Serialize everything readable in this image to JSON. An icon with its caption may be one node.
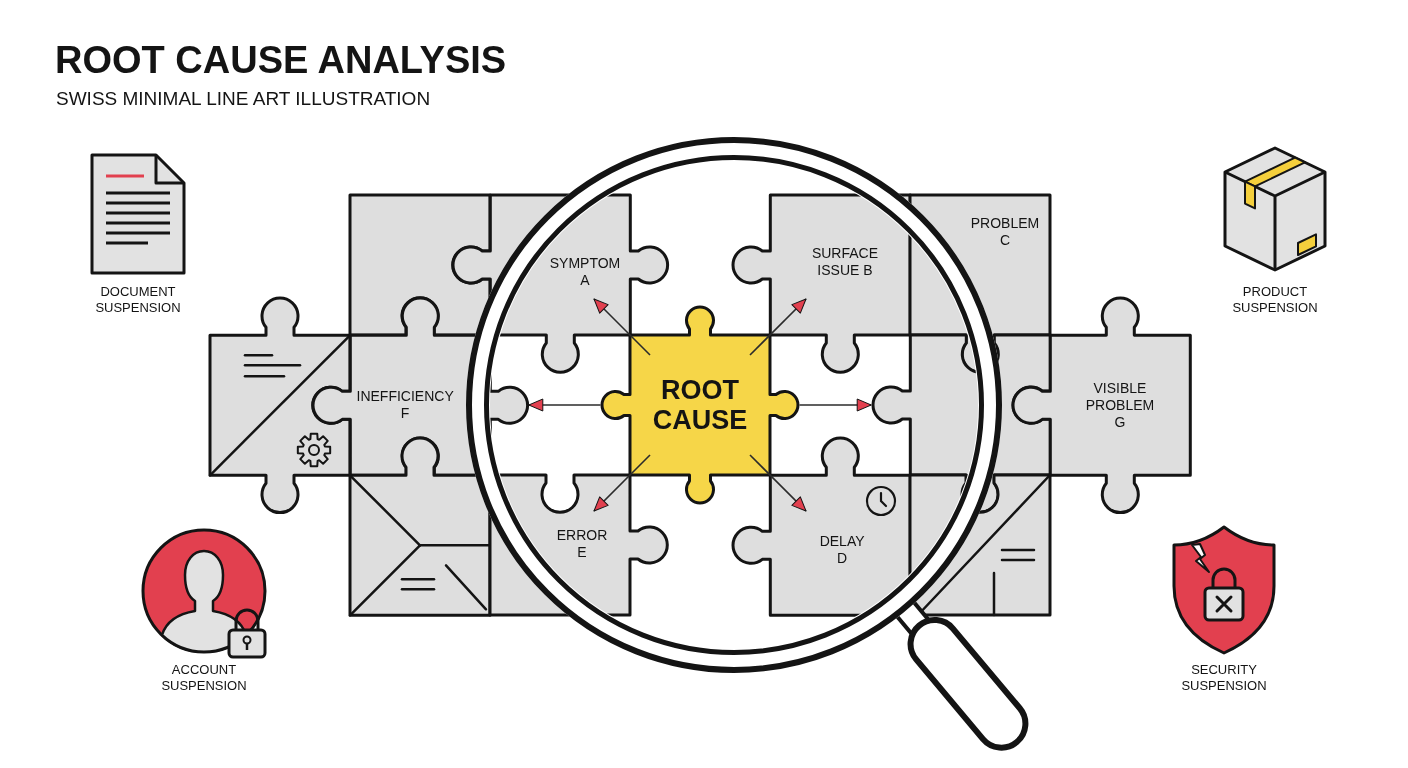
{
  "diagram": {
    "title": "ROOT CAUSE ANALYSIS",
    "nodes": [
      {
        "text": [],
        "shape": "puzzle"
      },
      {
        "text": [
          "SYMPTOM A"
        ]
      },
      {
        "text": [
          "SURFACE ISSUE B"
        ]
      },
      {
        "text": [
          "PROBLEM C"
        ]
      },
      {
        "text": [],
        "shape": "puzzle"
      },
      {
        "text": [
          "INEFFICIENCY F"
        ]
      },
      {
        "text": [
          "ROOT CAUSE"
        ]
      },
      {
        "text": [],
        "shape": "puzzle"
      },
      {
        "text": [
          "VISIBLE PROBLEM G"
        ]
      },
      {
        "text": [],
        "shape": "puzzle"
      },
      {
        "text": [
          "ERROR E"
        ]
      },
      {
        "text": [
          "DELAY D"
        ]
      },
      {
        "text": [],
        "shape": "puzzle"
      }
    ],
    "edges": [
      {
        "from": 6,
        "to": 1,
        "arrow": "to"
      },
      {
        "from": 6,
        "to": 2,
        "arrow": "to"
      },
      {
        "from": 6,
        "to": 5,
        "arrow": "to"
      },
      {
        "from": 6,
        "to": 7,
        "arrow": "to"
      },
      {
        "from": 6,
        "to": 10,
        "arrow": "to"
      },
      {
        "from": 6,
        "to": 11,
        "arrow": "to"
      }
    ],
    "labels": [
      "SWISS MINIMAL LINE ART ILLUSTRATION",
      "DOCUMENT SUSPENSION",
      "PRODUCT SUSPENSION",
      "ACCOUNT SUSPENSION",
      "SECURITY SUSPENSION"
    ]
  }
}
